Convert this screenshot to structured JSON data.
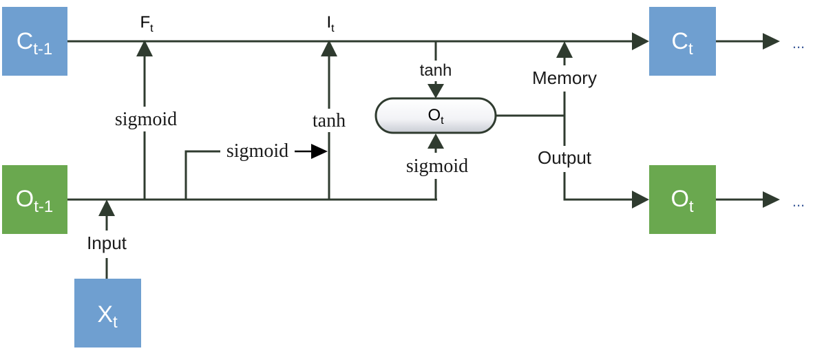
{
  "nodes": {
    "c_prev": {
      "main": "C",
      "sub": "t-1"
    },
    "c_next": {
      "main": "C",
      "sub": "t"
    },
    "o_prev": {
      "main": "O",
      "sub": "t-1"
    },
    "o_next": {
      "main": "O",
      "sub": "t"
    },
    "x_input": {
      "main": "X",
      "sub": "t"
    },
    "o_gate": {
      "main": "O",
      "sub": "t"
    }
  },
  "gates": {
    "forget": {
      "main": "F",
      "sub": "t"
    },
    "input": {
      "main": "I",
      "sub": "t"
    }
  },
  "labels": {
    "sigmoid_forget": "sigmoid",
    "tanh_input": "tanh",
    "sigmoid_branch": "sigmoid",
    "tanh_top": "tanh",
    "sigmoid_output": "sigmoid",
    "memory": "Memory",
    "output": "Output",
    "input": "Input",
    "ellipsis_top": "...",
    "ellipsis_bottom": "..."
  },
  "colors": {
    "cell_state_box": "#6f9fd0",
    "hidden_state_box": "#6aa84f",
    "wire": "#2f3b2f",
    "box_text": "#ffffff",
    "ellipsis": "#3c5a99"
  }
}
